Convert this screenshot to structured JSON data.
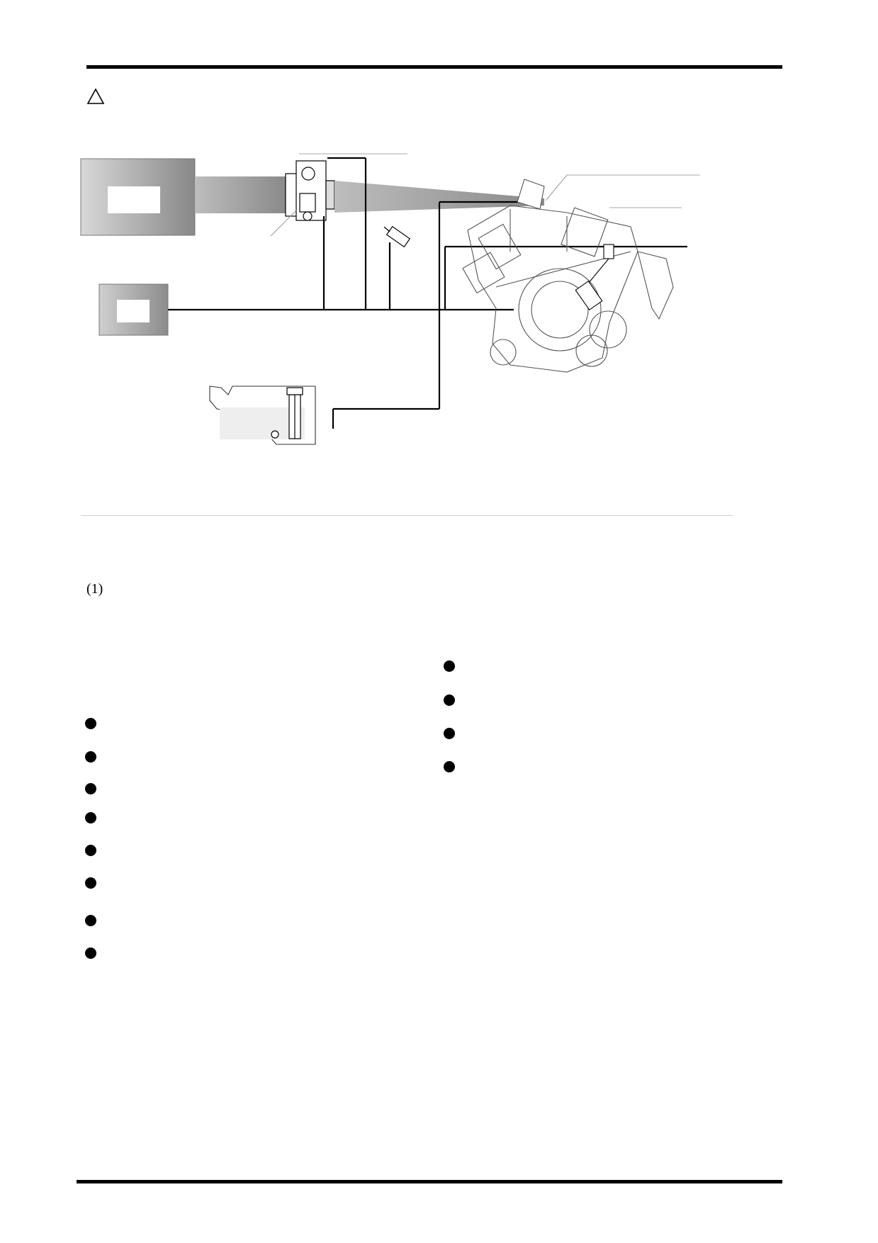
{
  "section": {
    "number": "(1)"
  },
  "bullets": {
    "left_count": 8,
    "right_count": 4
  }
}
